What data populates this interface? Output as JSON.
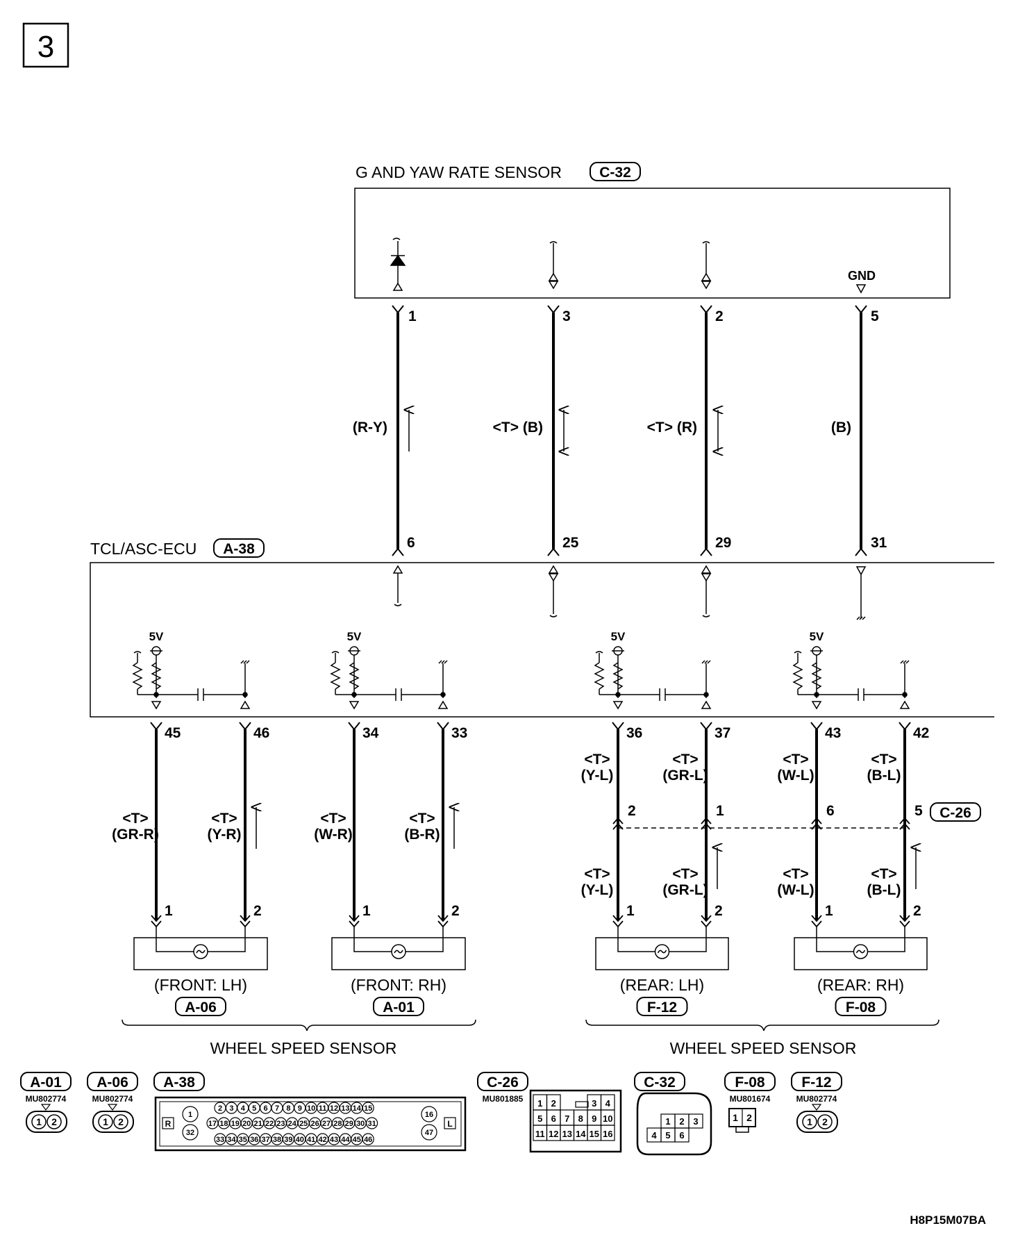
{
  "page_number": "3",
  "footer_code": "H8P15M07BA",
  "gyaw": {
    "title": "G AND YAW RATE SENSOR",
    "connector": "C-32",
    "gnd_label": "GND"
  },
  "ecu": {
    "title": "TCL/ASC-ECU",
    "connector": "A-38",
    "supply_label": "5V"
  },
  "gyaw_links": [
    {
      "sensor_pin": "1",
      "ecu_pin": "6",
      "color": "(R-Y)",
      "direction": "up"
    },
    {
      "sensor_pin": "3",
      "ecu_pin": "25",
      "color": "<T> (B)",
      "direction": "both"
    },
    {
      "sensor_pin": "2",
      "ecu_pin": "29",
      "color": "<T> (R)",
      "direction": "both"
    },
    {
      "sensor_pin": "5",
      "ecu_pin": "31",
      "color": "(B)",
      "direction": "none"
    }
  ],
  "wheel_sensors": [
    {
      "name": "(FRONT: LH)",
      "connector": "A-06",
      "wires": [
        {
          "ecu_pin": "45",
          "sensor_pin": "1",
          "t": "<T>",
          "color": "(GR-R)"
        },
        {
          "ecu_pin": "46",
          "sensor_pin": "2",
          "t": "<T>",
          "color": "(Y-R)"
        }
      ]
    },
    {
      "name": "(FRONT: RH)",
      "connector": "A-01",
      "wires": [
        {
          "ecu_pin": "34",
          "sensor_pin": "1",
          "t": "<T>",
          "color": "(W-R)"
        },
        {
          "ecu_pin": "33",
          "sensor_pin": "2",
          "t": "<T>",
          "color": "(B-R)"
        }
      ]
    },
    {
      "name": "(REAR: LH)",
      "connector": "F-12",
      "wires": [
        {
          "ecu_pin": "36",
          "mid_pin": "2",
          "sensor_pin": "1",
          "t": "<T>",
          "color": "(Y-L)"
        },
        {
          "ecu_pin": "37",
          "mid_pin": "1",
          "sensor_pin": "2",
          "t": "<T>",
          "color": "(GR-L)"
        }
      ]
    },
    {
      "name": "(REAR: RH)",
      "connector": "F-08",
      "wires": [
        {
          "ecu_pin": "43",
          "mid_pin": "6",
          "sensor_pin": "1",
          "t": "<T>",
          "color": "(W-L)"
        },
        {
          "ecu_pin": "42",
          "mid_pin": "5",
          "sensor_pin": "2",
          "t": "<T>",
          "color": "(B-L)"
        }
      ]
    }
  ],
  "intermediate_connector": "C-26",
  "group_labels": [
    "WHEEL SPEED SENSOR",
    "WHEEL SPEED SENSOR"
  ],
  "legend": [
    {
      "tag": "A-01",
      "part": "MU802774",
      "pins": [
        "1",
        "2"
      ]
    },
    {
      "tag": "A-06",
      "part": "MU802774",
      "pins": [
        "1",
        "2"
      ]
    },
    {
      "tag": "A-38",
      "part": "",
      "side_left": "R",
      "side_right": "L",
      "row1": [
        "2",
        "3",
        "4",
        "5",
        "6",
        "7",
        "8",
        "9",
        "10",
        "11",
        "12",
        "13",
        "14",
        "15"
      ],
      "row2": [
        "17",
        "18",
        "19",
        "20",
        "21",
        "22",
        "23",
        "24",
        "25",
        "26",
        "27",
        "28",
        "29",
        "30",
        "31"
      ],
      "row3": [
        "33",
        "34",
        "35",
        "36",
        "37",
        "38",
        "39",
        "40",
        "41",
        "42",
        "43",
        "44",
        "45",
        "46"
      ],
      "left_pins": [
        "1",
        "32"
      ],
      "right_pins": [
        "16",
        "47"
      ]
    },
    {
      "tag": "C-26",
      "part": "MU801885",
      "row1": [
        "1",
        "2",
        "",
        "3",
        "4"
      ],
      "row2": [
        "5",
        "6",
        "7",
        "8",
        "9",
        "10"
      ],
      "row3": [
        "11",
        "12",
        "13",
        "14",
        "15",
        "16"
      ]
    },
    {
      "tag": "C-32",
      "part": "",
      "row1": [
        "1",
        "2",
        "3"
      ],
      "row2": [
        "4",
        "5",
        "6"
      ]
    },
    {
      "tag": "F-08",
      "part": "MU801674",
      "pins": [
        "1",
        "2"
      ]
    },
    {
      "tag": "F-12",
      "part": "MU802774",
      "pins": [
        "1",
        "2"
      ]
    }
  ]
}
